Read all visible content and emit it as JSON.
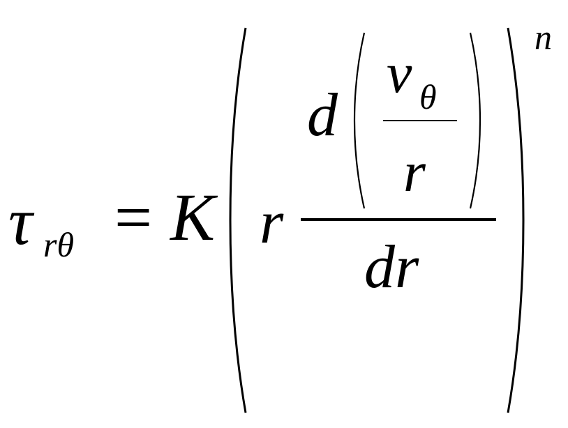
{
  "formula": {
    "lhs": {
      "symbol": "τ",
      "subscript": "rθ"
    },
    "equals": "=",
    "coefficient": "K",
    "multiplier": "r",
    "outer_fraction": {
      "numerator_operator": "d",
      "inner_fraction": {
        "numerator_symbol": "v",
        "numerator_subscript": "θ",
        "denominator": "r"
      },
      "denominator": "dr"
    },
    "exponent": "n"
  }
}
